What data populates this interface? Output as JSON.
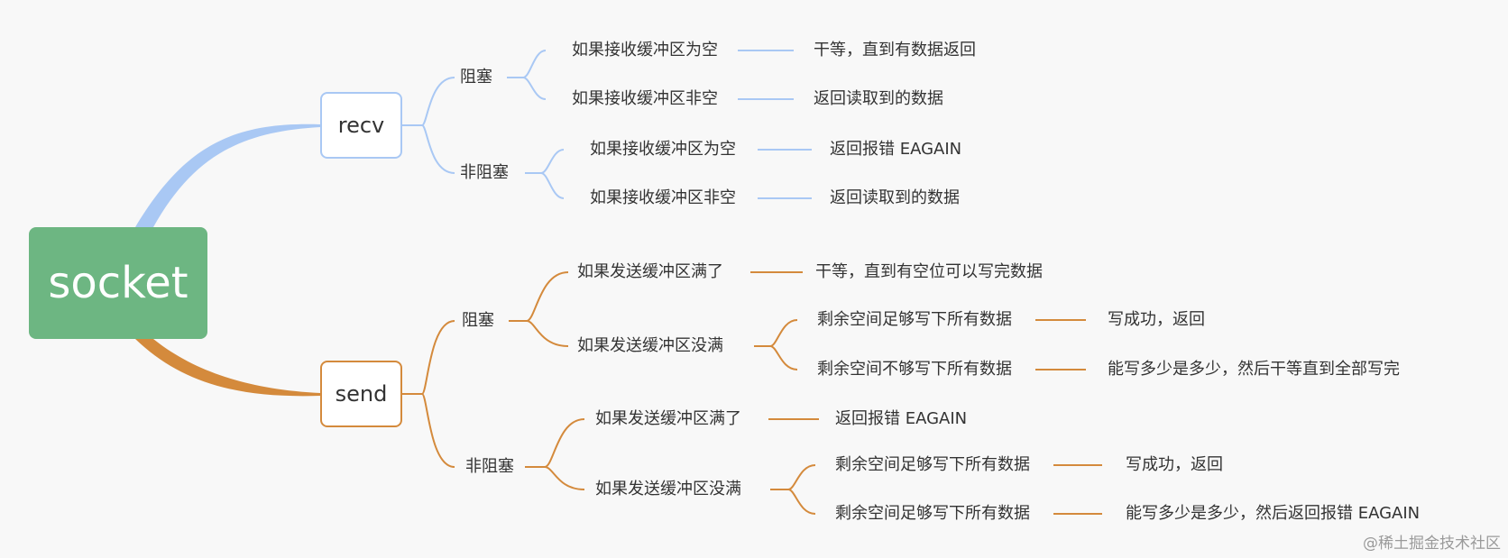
{
  "root": {
    "label": "socket"
  },
  "colors": {
    "recv": "#a9c8f4",
    "send": "#d48a3c",
    "root_fill": "#6db682"
  },
  "recv": {
    "label": "recv",
    "blocking": {
      "label": "阻塞",
      "empty": {
        "condition": "如果接收缓冲区为空",
        "result": "干等，直到有数据返回"
      },
      "non_empty": {
        "condition": "如果接收缓冲区非空",
        "result": "返回读取到的数据"
      }
    },
    "non_blocking": {
      "label": "非阻塞",
      "empty": {
        "condition": "如果接收缓冲区为空",
        "result": "返回报错 EAGAIN"
      },
      "non_empty": {
        "condition": "如果接收缓冲区非空",
        "result": "返回读取到的数据"
      }
    }
  },
  "send": {
    "label": "send",
    "blocking": {
      "label": "阻塞",
      "full": {
        "condition": "如果发送缓冲区满了",
        "result": "干等，直到有空位可以写完数据"
      },
      "not_full": {
        "condition": "如果发送缓冲区没满",
        "enough": {
          "condition": "剩余空间足够写下所有数据",
          "result": "写成功，返回"
        },
        "not_enough": {
          "condition": "剩余空间不够写下所有数据",
          "result": "能写多少是多少，然后干等直到全部写完"
        }
      }
    },
    "non_blocking": {
      "label": "非阻塞",
      "full": {
        "condition": "如果发送缓冲区满了",
        "result": "返回报错 EAGAIN"
      },
      "not_full": {
        "condition": "如果发送缓冲区没满",
        "enough": {
          "condition": "剩余空间足够写下所有数据",
          "result": "写成功，返回"
        },
        "remaining": {
          "condition": "剩余空间足够写下所有数据",
          "result": "能写多少是多少，然后返回报错 EAGAIN"
        }
      }
    }
  },
  "watermark": "@稀土掘金技术社区"
}
